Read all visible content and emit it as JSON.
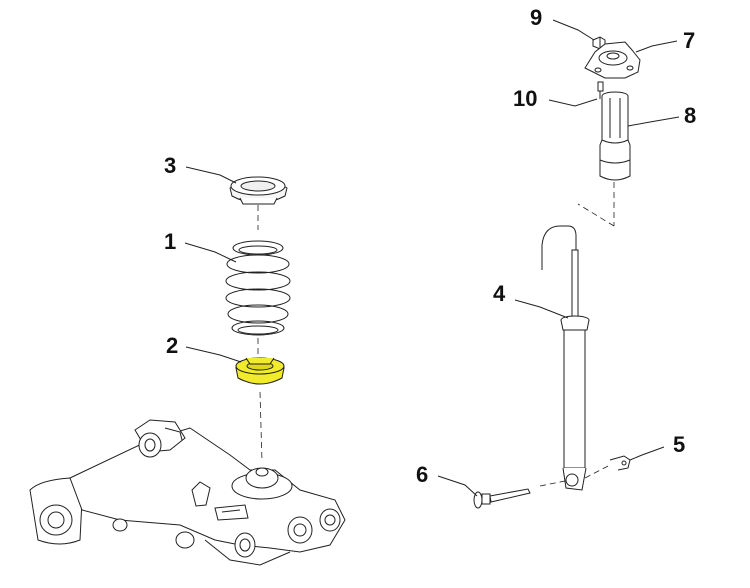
{
  "callouts": [
    {
      "id": "1",
      "label": "1"
    },
    {
      "id": "2",
      "label": "2"
    },
    {
      "id": "3",
      "label": "3"
    },
    {
      "id": "4",
      "label": "4"
    },
    {
      "id": "5",
      "label": "5"
    },
    {
      "id": "6",
      "label": "6"
    },
    {
      "id": "7",
      "label": "7"
    },
    {
      "id": "8",
      "label": "8"
    },
    {
      "id": "9",
      "label": "9"
    },
    {
      "id": "10",
      "label": "10"
    }
  ],
  "highlight_color": "#f2ea2c",
  "line_color": "#222222"
}
